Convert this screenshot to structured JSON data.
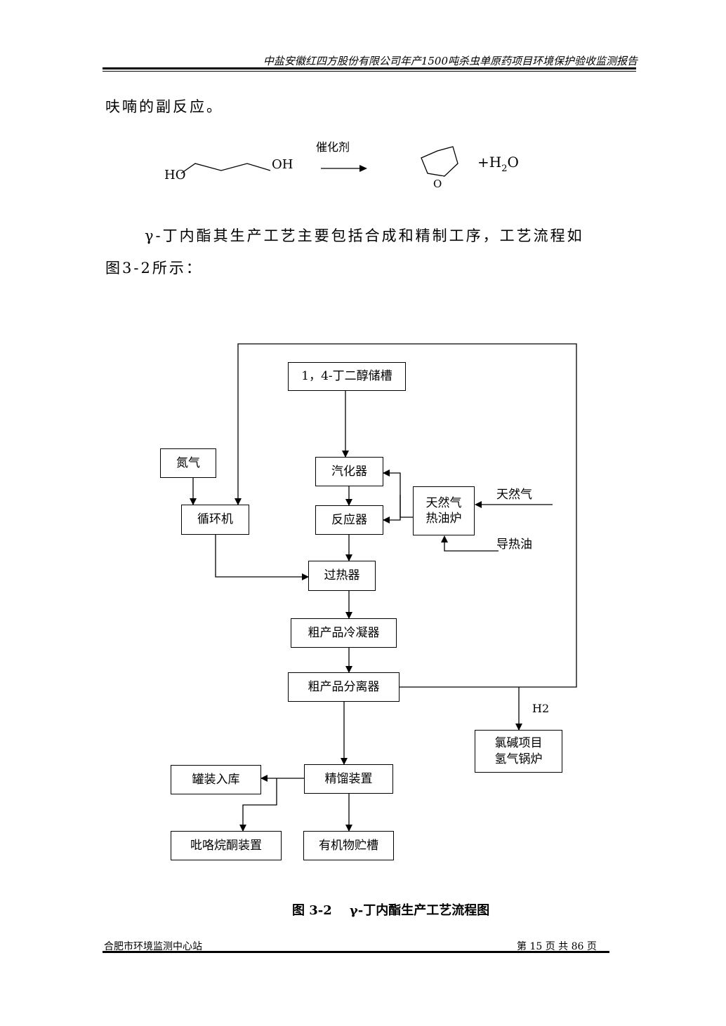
{
  "header": {
    "title": "中盐安徽红四方股份有限公司年产1500吨杀虫单原药项目环境保护验收监测报告"
  },
  "body": {
    "line1": "呋喃的副反应。",
    "paragraph_line1": "γ-丁内酯其生产工艺主要包括合成和精制工序，工艺流程如",
    "paragraph_line2": "图3-2所示："
  },
  "reaction": {
    "catalyst": "催化剂",
    "reactant_left_oh": "HO",
    "reactant_right_oh": "OH",
    "ring_atom": "O",
    "product_prefix": "+H",
    "product_subscript": "2",
    "product_suffix": "O"
  },
  "flowchart": {
    "boxes": {
      "bdo_tank": "1，4-丁二醇储槽",
      "nitrogen": "氮气",
      "vaporizer": "汽化器",
      "circulator": "循环机",
      "reactor": "反应器",
      "furnace": "天然气\n热油炉",
      "superheater": "过热器",
      "condenser": "粗产品冷凝器",
      "separator": "粗产品分离器",
      "h2_boiler": "氯碱项目\n氢气锅炉",
      "rectifier": "精馏装置",
      "canning": "罐装入库",
      "pyrrolidone": "吡咯烷酮装置",
      "organic_tank": "有机物贮槽"
    },
    "labels": {
      "natural_gas": "天然气",
      "heat_oil": "导热油",
      "h2": "H2"
    }
  },
  "caption": "图 3-2    γ-丁内酯生产工艺流程图",
  "footer": {
    "left": "合肥市环境监测中心站",
    "right": "第 15 页 共 86 页"
  }
}
